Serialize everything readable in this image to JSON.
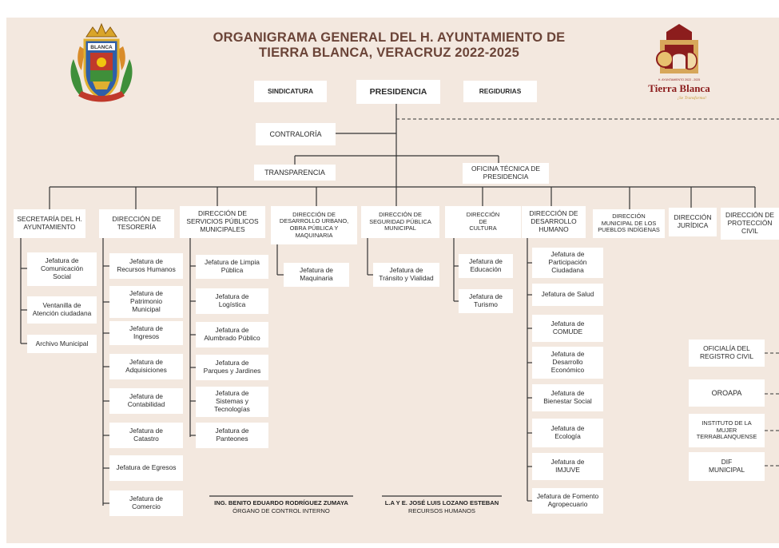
{
  "title": {
    "line1": "ORGANIGRAMA GENERAL DEL H. AYUNTAMIENTO DE",
    "line2": "TIERRA BLANCA, VERACRUZ 2022-2025"
  },
  "logo": {
    "shield_text": "BLANCA",
    "brand_small": "H. AYUNTAMIENTO 2022 - 2025",
    "brand_name": "Tierra Blanca",
    "brand_tagline": "¡Se Transforma!"
  },
  "colors": {
    "background": "#f3e8df",
    "title": "#6b4438",
    "brand": "#8c1d1d",
    "accent": "#c79a3a"
  },
  "top": {
    "sindicatura": "SINDICATURA",
    "presidencia": "PRESIDENCIA",
    "regidurias": "REGIDURIAS",
    "contraloria": "CONTRALORÍA",
    "transparencia": "TRANSPARENCIA",
    "oficina_tecnica": "OFICINA TÉCNICA DE\nPRESIDENCIA"
  },
  "directions": [
    {
      "name": "SECRETARÍA DEL H.\nAYUNTAMIENTO",
      "children": [
        "Jefatura de\nComunicación\nSocial",
        "Ventanilla de\nAtención ciudadana",
        "Archivo Municipal"
      ]
    },
    {
      "name": "DIRECCIÓN DE\nTESORERÍA",
      "children": [
        "Jefatura de\nRecursos Humanos",
        "Jefatura de\nPatrimonio\nMunicipal",
        "Jefatura de\nIngresos",
        "Jefatura de\nAdquisiciones",
        "Jefatura de\nContabilidad",
        "Jefatura de\nCatastro",
        "Jefatura de Egresos",
        "Jefatura de\nComercio"
      ]
    },
    {
      "name": "DIRECCIÓN DE\nSERVICIOS PÚBLICOS\nMUNICIPALES",
      "children": [
        "Jefatura de Limpia\nPública",
        "Jefatura de\nLogística",
        "Jefatura de\nAlumbrado Público",
        "Jefatura de\nParques y Jardines",
        "Jefatura de\nSistemas y\nTecnologías",
        "Jefatura de\nPanteones"
      ]
    },
    {
      "name": "DIRECCIÓN DE\nDESARROLLO URBANO,\nOBRA PÚBLICA Y\nMAQUINARIA",
      "children": [
        "Jefatura de\nMaquinaria"
      ]
    },
    {
      "name": "DIRECCIÓN DE\nSEGURIDAD PÚBLICA\nMUNICIPAL",
      "children": [
        "Jefatura de\nTránsito y Vialidad"
      ]
    },
    {
      "name": "DIRECCIÓN\nDE\nCULTURA",
      "children": [
        "Jefatura de\nEducación",
        "Jefatura de\nTurismo"
      ]
    },
    {
      "name": "DIRECCIÓN DE\nDESARROLLO\nHUMANO",
      "children": [
        "Jefatura de\nParticipación\nCiudadana",
        "Jefatura de Salud",
        "Jefatura de\nCOMUDE",
        "Jefatura de\nDesarrollo\nEconómico",
        "Jefatura de\nBienestar Social",
        "Jefatura de\nEcología",
        "Jefatura de\nIMJUVE",
        "Jefatura de Fomento\nAgropecuario"
      ]
    },
    {
      "name": "DIRECCIÓN\nMUNICIPAL DE LOS\nPUEBLOS INDÍGENAS",
      "children": []
    },
    {
      "name": "DIRECCIÓN\nJURÍDICA",
      "children": []
    },
    {
      "name": "DIRECCIÓN DE\nPROTECCIÓN\nCIVIL",
      "children": []
    }
  ],
  "decentralized": [
    "OFICIALÍA DEL\nREGISTRO CIVIL",
    "OROAPA",
    "INSTITUTO DE LA\nMUJER\nTERRABLANQUENSE",
    "DIF\nMUNICIPAL"
  ],
  "signatures": [
    {
      "name": "ING. BENITO EDUARDO RODRÍGUEZ ZUMAYA",
      "role": "ÓRGANO DE CONTROL INTERNO"
    },
    {
      "name": "L.A Y E. JOSÉ LUIS LOZANO ESTEBAN",
      "role": "RECURSOS HUMANOS"
    }
  ]
}
